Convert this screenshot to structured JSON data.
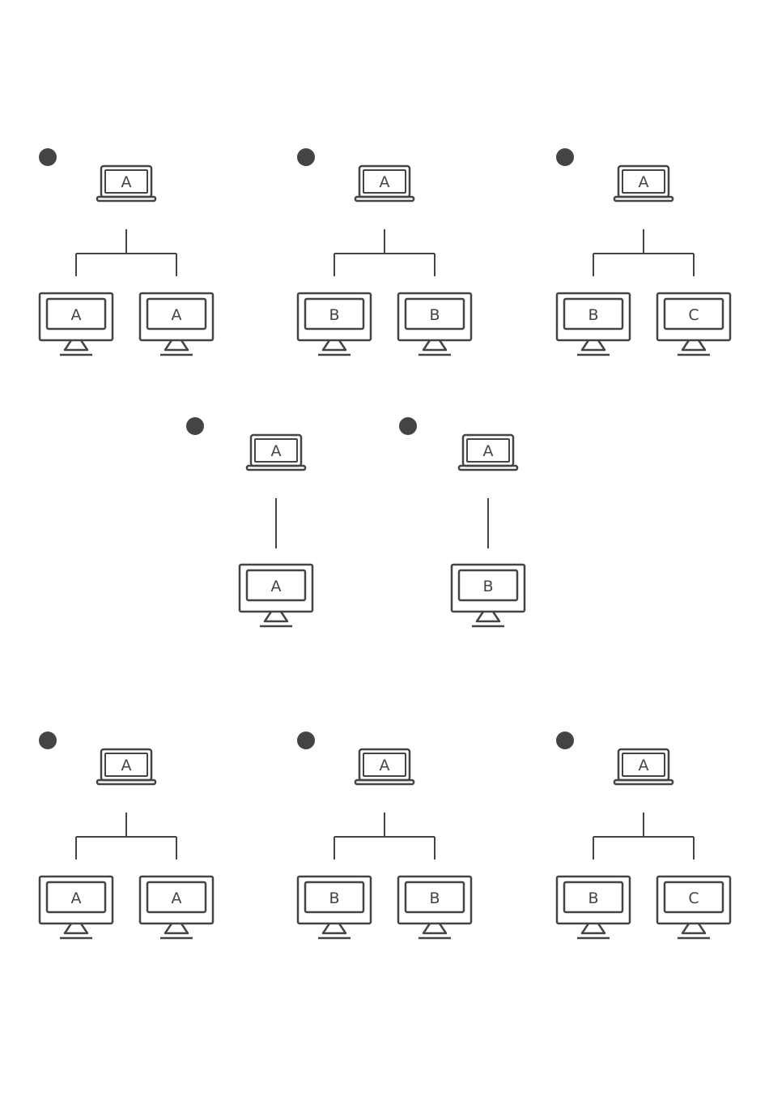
{
  "colors": {
    "stroke": "#444444",
    "dot": "#444444",
    "background": "#ffffff"
  },
  "diagrams": [
    {
      "id": "d1",
      "layout": "fork",
      "source": {
        "icon": "laptop-icon",
        "label": "A"
      },
      "targets": [
        {
          "icon": "monitor-icon",
          "label": "A"
        },
        {
          "icon": "monitor-icon",
          "label": "A"
        }
      ]
    },
    {
      "id": "d2",
      "layout": "fork",
      "source": {
        "icon": "laptop-icon",
        "label": "A"
      },
      "targets": [
        {
          "icon": "monitor-icon",
          "label": "B"
        },
        {
          "icon": "monitor-icon",
          "label": "B"
        }
      ]
    },
    {
      "id": "d3",
      "layout": "fork",
      "source": {
        "icon": "laptop-icon",
        "label": "A"
      },
      "targets": [
        {
          "icon": "monitor-icon",
          "label": "B"
        },
        {
          "icon": "monitor-icon",
          "label": "C"
        }
      ]
    },
    {
      "id": "d4",
      "layout": "single",
      "source": {
        "icon": "laptop-icon",
        "label": "A"
      },
      "targets": [
        {
          "icon": "monitor-icon",
          "label": "A"
        }
      ]
    },
    {
      "id": "d5",
      "layout": "single",
      "source": {
        "icon": "laptop-icon",
        "label": "A"
      },
      "targets": [
        {
          "icon": "monitor-icon",
          "label": "B"
        }
      ]
    },
    {
      "id": "d6",
      "layout": "fork",
      "source": {
        "icon": "laptop-icon",
        "label": "A"
      },
      "targets": [
        {
          "icon": "monitor-icon",
          "label": "A"
        },
        {
          "icon": "monitor-icon",
          "label": "A"
        }
      ]
    },
    {
      "id": "d7",
      "layout": "fork",
      "source": {
        "icon": "laptop-icon",
        "label": "A"
      },
      "targets": [
        {
          "icon": "monitor-icon",
          "label": "B"
        },
        {
          "icon": "monitor-icon",
          "label": "B"
        }
      ]
    },
    {
      "id": "d8",
      "layout": "fork",
      "source": {
        "icon": "laptop-icon",
        "label": "A"
      },
      "targets": [
        {
          "icon": "monitor-icon",
          "label": "B"
        },
        {
          "icon": "monitor-icon",
          "label": "C"
        }
      ]
    }
  ]
}
